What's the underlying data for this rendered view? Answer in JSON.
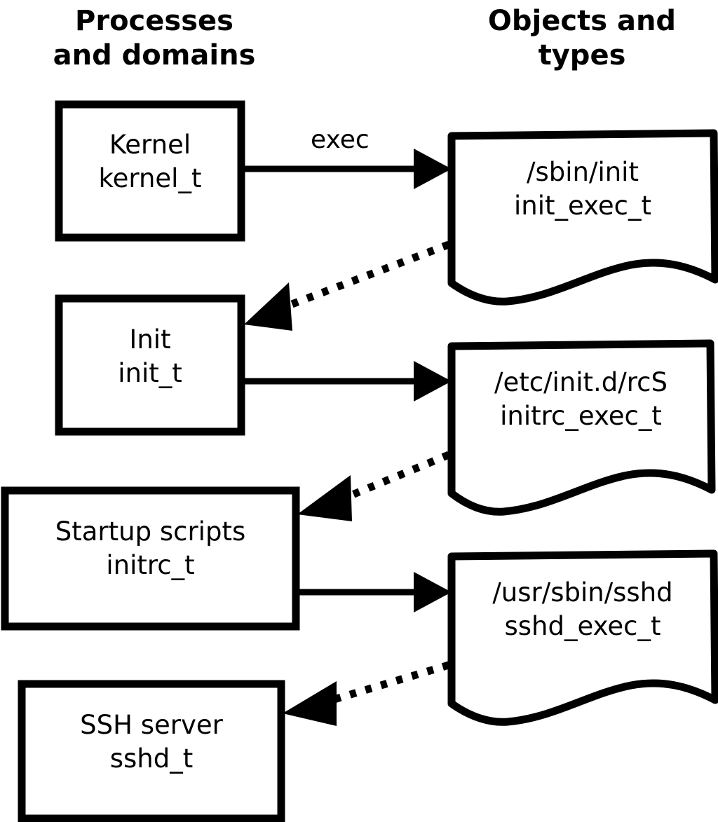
{
  "diagram": {
    "title_left": "Processes\nand domains",
    "title_right": "Objects and\ntypes",
    "stroke_color": "#000000",
    "fill_color": "#ffffff",
    "background": "#ffffff"
  },
  "processes": [
    {
      "id": "kernel",
      "name": "Kernel",
      "type": "kernel_t",
      "label": "Kernel\nkernel_t"
    },
    {
      "id": "init",
      "name": "Init",
      "type": "init_t",
      "label": "Init\ninit_t"
    },
    {
      "id": "initrc",
      "name": "Startup scripts",
      "type": "initrc_t",
      "label": "Startup scripts\ninitrc_t"
    },
    {
      "id": "sshd",
      "name": "SSH server",
      "type": "sshd_t",
      "label": "SSH server\nsshd_t"
    }
  ],
  "objects": [
    {
      "id": "init_exec",
      "path": "/sbin/init",
      "type": "init_exec_t",
      "label": "/sbin/init\ninit_exec_t"
    },
    {
      "id": "initrc_exec",
      "path": "/etc/init.d/rcS",
      "type": "initrc_exec_t",
      "label": "/etc/init.d/rcS\ninitrc_exec_t"
    },
    {
      "id": "sshd_exec",
      "path": "/usr/sbin/sshd",
      "type": "sshd_exec_t",
      "label": "/usr/sbin/sshd\nsshd_exec_t"
    }
  ],
  "edges": [
    {
      "id": "e1",
      "from": "kernel",
      "to": "init_exec",
      "label": "exec",
      "style": "solid"
    },
    {
      "id": "e2",
      "from": "init_exec",
      "to": "init",
      "label": "",
      "style": "dotted"
    },
    {
      "id": "e3",
      "from": "init",
      "to": "initrc_exec",
      "label": "",
      "style": "solid"
    },
    {
      "id": "e4",
      "from": "initrc_exec",
      "to": "initrc",
      "label": "",
      "style": "dotted"
    },
    {
      "id": "e5",
      "from": "initrc",
      "to": "sshd_exec",
      "label": "",
      "style": "solid"
    },
    {
      "id": "e6",
      "from": "sshd_exec",
      "to": "sshd",
      "label": "",
      "style": "dotted"
    }
  ]
}
